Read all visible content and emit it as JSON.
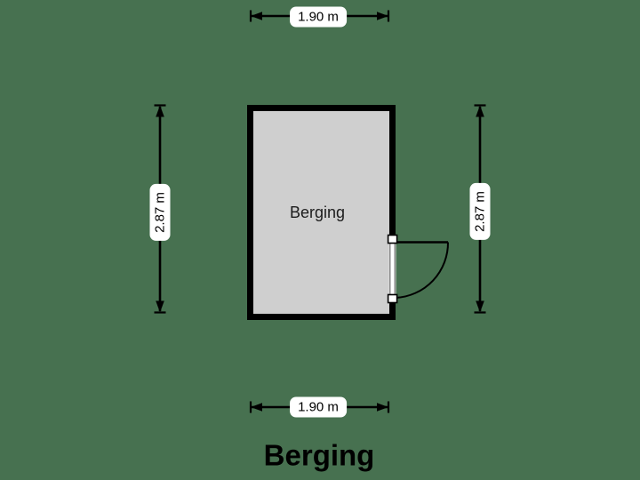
{
  "floorplan": {
    "title": "Berging",
    "room": {
      "label": "Berging"
    },
    "dimension_labels": {
      "top": "1.90 m",
      "bottom": "1.90 m",
      "left": "2.87 m",
      "right": "2.87 m"
    },
    "colors": {
      "background": "#477150",
      "room_fill": "#CFCFCF",
      "wall": "#000000",
      "label_background": "#FFFFFF",
      "text": "#000000"
    }
  }
}
